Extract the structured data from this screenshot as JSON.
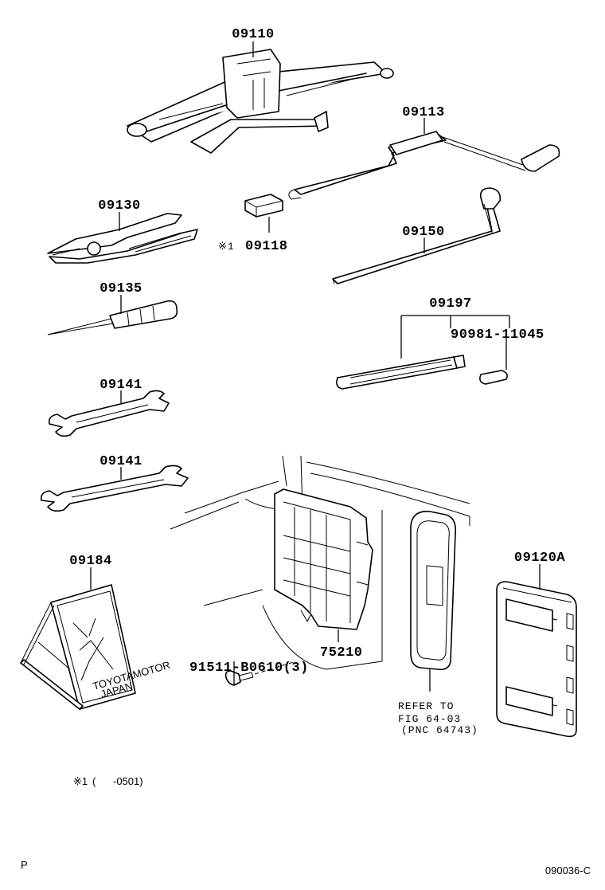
{
  "labels": {
    "p09110": "09110",
    "p09113": "09113",
    "p09118_mark": "※1",
    "p09118": "09118",
    "p09130": "09130",
    "p09150": "09150",
    "p09135": "09135",
    "p09197": "09197",
    "p90981": "90981-11045",
    "p09141a": "09141",
    "p09141b": "09141",
    "p09184": "09184",
    "p09120a": "09120A",
    "p75210": "75210",
    "p91511": "91511-B0610(3)",
    "refer1": "REFER TO",
    "refer2": "FIG 64-03",
    "refer3": "(PNC 64743)"
  },
  "stamp": {
    "line1": "TOYOTAMOTOR",
    "line2": "JAPAN"
  },
  "footnote": {
    "mark": "※1",
    "text": "(      -0501)"
  },
  "footer": {
    "left": "P",
    "right": "090036-C"
  }
}
